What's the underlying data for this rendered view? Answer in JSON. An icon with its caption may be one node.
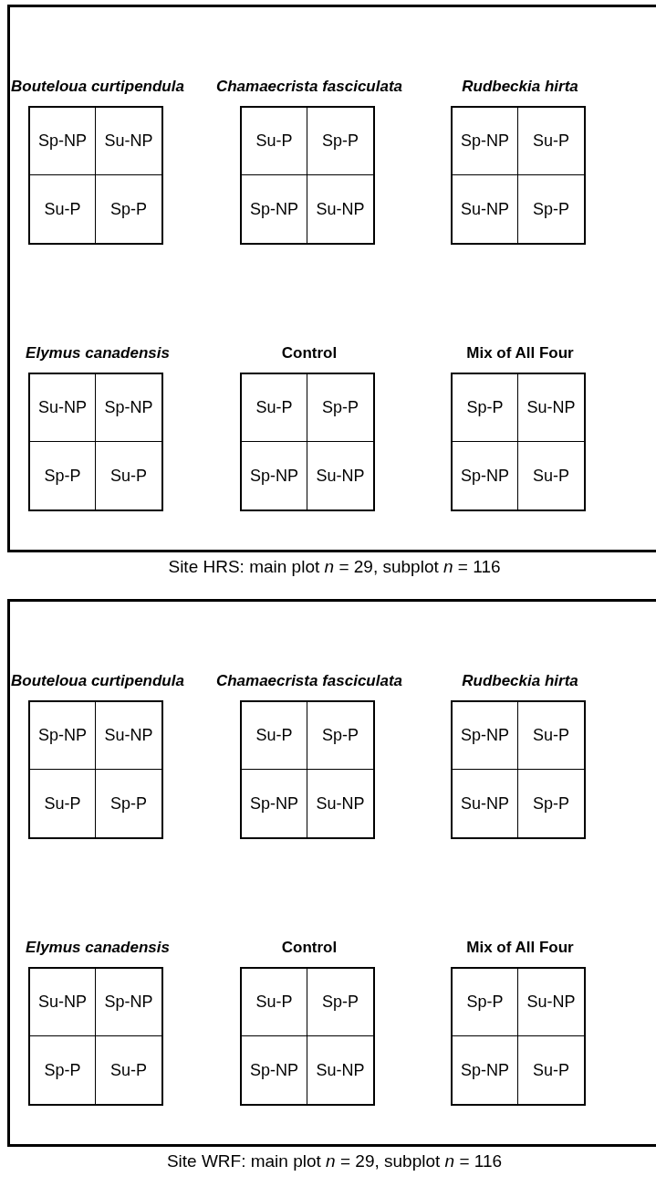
{
  "diagram": {
    "nodes": [
      {
        "text": [
          "Site HRS: main plot *n* = 29, subplot *n* = 116"
        ]
      },
      {
        "text": [
          "Bouteloua curtipendula"
        ],
        "in": 0
      },
      {
        "text": [
          "Sp-NP"
        ],
        "in": 1
      },
      {
        "text": [
          "Su-NP"
        ],
        "in": 1
      },
      {
        "text": [
          "Su-P"
        ],
        "in": 1
      },
      {
        "text": [
          "Sp-P"
        ],
        "in": 1
      },
      {
        "text": [
          "Chamaecrista fasciculata"
        ],
        "in": 0
      },
      {
        "text": [
          "Su-P"
        ],
        "in": 6
      },
      {
        "text": [
          "Sp-P"
        ],
        "in": 6
      },
      {
        "text": [
          "Sp-NP"
        ],
        "in": 6
      },
      {
        "text": [
          "Su-NP"
        ],
        "in": 6
      },
      {
        "text": [
          "Rudbeckia hirta"
        ],
        "in": 0
      },
      {
        "text": [
          "Sp-NP"
        ],
        "in": 11
      },
      {
        "text": [
          "Su-P"
        ],
        "in": 11
      },
      {
        "text": [
          "Su-NP"
        ],
        "in": 11
      },
      {
        "text": [
          "Sp-P"
        ],
        "in": 11
      },
      {
        "text": [
          "Elymus canadensis"
        ],
        "in": 0
      },
      {
        "text": [
          "Su-NP"
        ],
        "in": 16
      },
      {
        "text": [
          "Sp-NP"
        ],
        "in": 16
      },
      {
        "text": [
          "Sp-P"
        ],
        "in": 16
      },
      {
        "text": [
          "Su-P"
        ],
        "in": 16
      },
      {
        "text": [
          "Control"
        ],
        "in": 0
      },
      {
        "text": [
          "Su-P"
        ],
        "in": 21
      },
      {
        "text": [
          "Sp-P"
        ],
        "in": 21
      },
      {
        "text": [
          "Sp-NP"
        ],
        "in": 21
      },
      {
        "text": [
          "Su-NP"
        ],
        "in": 21
      },
      {
        "text": [
          "Mix of All Four"
        ],
        "in": 0
      },
      {
        "text": [
          "Sp-P"
        ],
        "in": 26
      },
      {
        "text": [
          "Su-NP"
        ],
        "in": 26
      },
      {
        "text": [
          "Sp-NP"
        ],
        "in": 26
      },
      {
        "text": [
          "Su-P"
        ],
        "in": 26
      },
      {
        "text": [
          "Site WRF: main plot *n* = 29, subplot *n* = 116"
        ]
      },
      {
        "text": [
          "Bouteloua curtipendula"
        ],
        "in": 31
      },
      {
        "text": [
          "Sp-NP"
        ],
        "in": 32
      },
      {
        "text": [
          "Su-NP"
        ],
        "in": 32
      },
      {
        "text": [
          "Su-P"
        ],
        "in": 32
      },
      {
        "text": [
          "Sp-P"
        ],
        "in": 32
      },
      {
        "text": [
          "Chamaecrista fasciculata"
        ],
        "in": 31
      },
      {
        "text": [
          "Su-P"
        ],
        "in": 37
      },
      {
        "text": [
          "Sp-P"
        ],
        "in": 37
      },
      {
        "text": [
          "Sp-NP"
        ],
        "in": 37
      },
      {
        "text": [
          "Su-NP"
        ],
        "in": 37
      },
      {
        "text": [
          "Rudbeckia hirta"
        ],
        "in": 31
      },
      {
        "text": [
          "Sp-NP"
        ],
        "in": 42
      },
      {
        "text": [
          "Su-P"
        ],
        "in": 42
      },
      {
        "text": [
          "Su-NP"
        ],
        "in": 42
      },
      {
        "text": [
          "Sp-P"
        ],
        "in": 42
      },
      {
        "text": [
          "Elymus canadensis"
        ],
        "in": 31
      },
      {
        "text": [
          "Su-NP"
        ],
        "in": 47
      },
      {
        "text": [
          "Sp-NP"
        ],
        "in": 47
      },
      {
        "text": [
          "Sp-P"
        ],
        "in": 47
      },
      {
        "text": [
          "Su-P"
        ],
        "in": 47
      },
      {
        "text": [
          "Control"
        ],
        "in": 31
      },
      {
        "text": [
          "Su-P"
        ],
        "in": 52
      },
      {
        "text": [
          "Sp-P"
        ],
        "in": 52
      },
      {
        "text": [
          "Sp-NP"
        ],
        "in": 52
      },
      {
        "text": [
          "Su-NP"
        ],
        "in": 52
      },
      {
        "text": [
          "Mix of All Four"
        ],
        "in": 31
      },
      {
        "text": [
          "Sp-P"
        ],
        "in": 57
      },
      {
        "text": [
          "Su-NP"
        ],
        "in": 57
      },
      {
        "text": [
          "Sp-NP"
        ],
        "in": 57
      },
      {
        "text": [
          "Su-P"
        ],
        "in": 57
      }
    ]
  }
}
